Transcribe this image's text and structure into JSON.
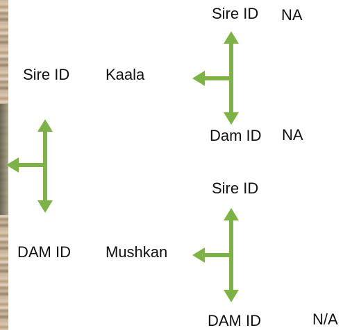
{
  "colors": {
    "arrow": "#7db346",
    "text": "#111111",
    "background": "#ffffff"
  },
  "left_edge": "photo-strip-image",
  "pedigree": {
    "sire": {
      "label": "Sire ID",
      "value": "Kaala",
      "sire": {
        "label": "Sire ID",
        "value": "NA"
      },
      "dam": {
        "label": "Dam ID",
        "value": "NA"
      }
    },
    "dam": {
      "label": "DAM ID",
      "value": "Mushkan",
      "sire": {
        "label": "Sire ID",
        "value": ""
      },
      "dam": {
        "label": "DAM ID",
        "value": "N/A"
      }
    }
  }
}
